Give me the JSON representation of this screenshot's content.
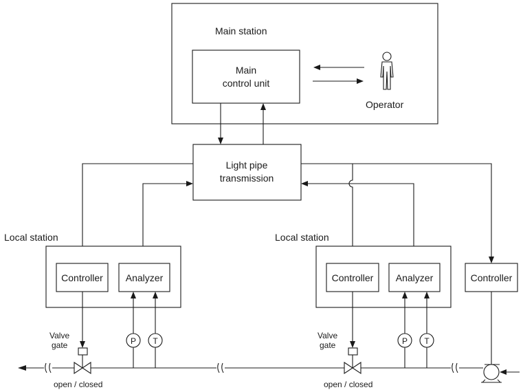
{
  "main_station": {
    "title": "Main station",
    "control_unit": {
      "line1": "Main",
      "line2": "control unit"
    },
    "operator": "Operator"
  },
  "transmission": {
    "line1": "Light pipe",
    "line2": "transmission"
  },
  "local_stations": [
    {
      "title": "Local station",
      "controller": "Controller",
      "analyzer": "Analyzer",
      "valve": {
        "line1": "Valve",
        "line2": "gate"
      },
      "valve_state": "open / closed",
      "sensors": [
        "P",
        "T"
      ]
    },
    {
      "title": "Local station",
      "controller": "Controller",
      "analyzer": "Analyzer",
      "valve": {
        "line1": "Valve",
        "line2": "gate"
      },
      "valve_state": "open / closed",
      "sensors": [
        "P",
        "T"
      ]
    }
  ],
  "pump_controller": "Controller",
  "icons": {
    "operator": "person-icon",
    "pump": "pump-icon",
    "valve": "valve-gate-icon",
    "pipe_break": "pipe-break-icon"
  }
}
